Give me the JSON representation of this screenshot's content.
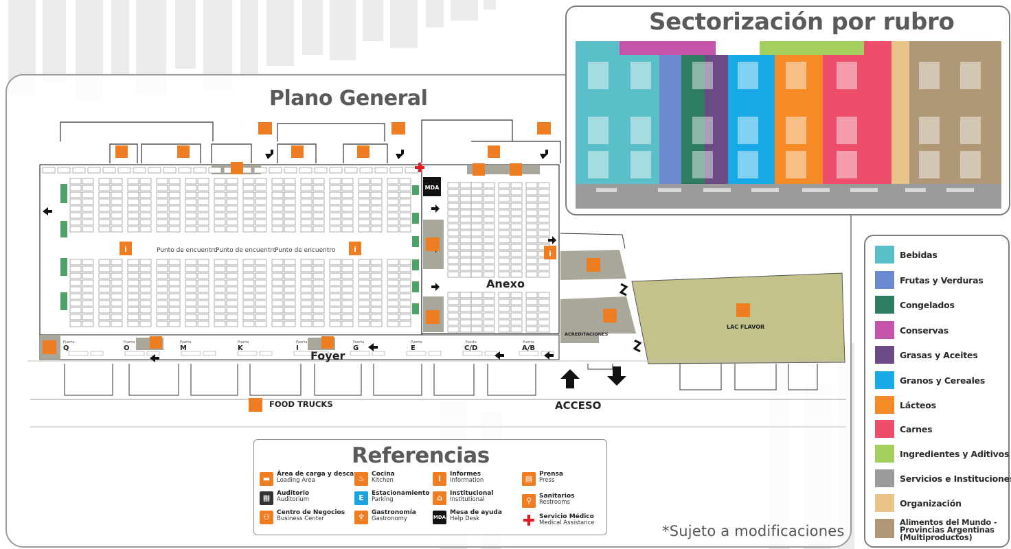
{
  "titles": {
    "plano": "Plano General",
    "sector": "Sectorización por rubro",
    "referencias": "Referencias"
  },
  "map_labels": {
    "anexo": "Anexo",
    "foyer": "Foyer",
    "acceso": "ACCESO",
    "food_trucks": "FOOD TRUCKS",
    "lac_flavor": "LAC FLAVOR",
    "acreditaciones": "ACREDITACIONES",
    "punto_encuentro": "Punto de encuentro",
    "puerta": "Puerta",
    "doors": [
      "Q",
      "O",
      "M",
      "K",
      "I",
      "G",
      "E",
      "C/D",
      "A/B"
    ]
  },
  "legend": [
    {
      "label": "Bebidas",
      "color": "#5bbfc9"
    },
    {
      "label": "Frutas y Verduras",
      "color": "#6b89d1"
    },
    {
      "label": "Congelados",
      "color": "#2e7d63"
    },
    {
      "label": "Conservas",
      "color": "#c554a8"
    },
    {
      "label": "Grasas y Aceites",
      "color": "#6b4a85"
    },
    {
      "label": "Granos y Cereales",
      "color": "#17aae6"
    },
    {
      "label": "Lácteos",
      "color": "#f58a26"
    },
    {
      "label": "Carnes",
      "color": "#ee4e6b"
    },
    {
      "label": "Ingredientes y Aditivos",
      "color": "#a3cf5c"
    },
    {
      "label": "Servicios e Instituciones",
      "color": "#9b9b9b"
    },
    {
      "label": "Organización",
      "color": "#e8c48a"
    },
    {
      "label": "Alimentos del Mundo - Provincias Argentinas (Multiproductos)",
      "color": "#b09775"
    }
  ],
  "references": [
    {
      "icon": "truck",
      "name": "Área de carga y descarga",
      "en": "Loading Area"
    },
    {
      "icon": "auditorium",
      "name": "Auditorio",
      "en": "Auditorium"
    },
    {
      "icon": "business",
      "name": "Centro de Negocios",
      "en": "Business Center"
    },
    {
      "icon": "chef",
      "name": "Cocina",
      "en": "Kitchen"
    },
    {
      "icon": "E",
      "name": "Estacionamiento",
      "en": "Parking"
    },
    {
      "icon": "gastro",
      "name": "Gastronomía",
      "en": "Gastronomy"
    },
    {
      "icon": "i",
      "name": "Informes",
      "en": "Information"
    },
    {
      "icon": "institutional",
      "name": "Institucional",
      "en": "Institutional"
    },
    {
      "icon": "MDA",
      "name": "Mesa de ayuda",
      "en": "Help Desk"
    },
    {
      "icon": "press",
      "name": "Prensa",
      "en": "Press"
    },
    {
      "icon": "restroom",
      "name": "Sanitarios",
      "en": "Restrooms"
    },
    {
      "icon": "medical",
      "name": "Servicio Médico",
      "en": "Medical Assistance"
    }
  ],
  "note": "*Sujeto a modificaciones",
  "colors": {
    "orange": "#ef7d22",
    "olive": "#c2c28a",
    "service_gray": "#a9a79a",
    "stall_green": "#4fa266",
    "medical_red": "#e11d24"
  }
}
